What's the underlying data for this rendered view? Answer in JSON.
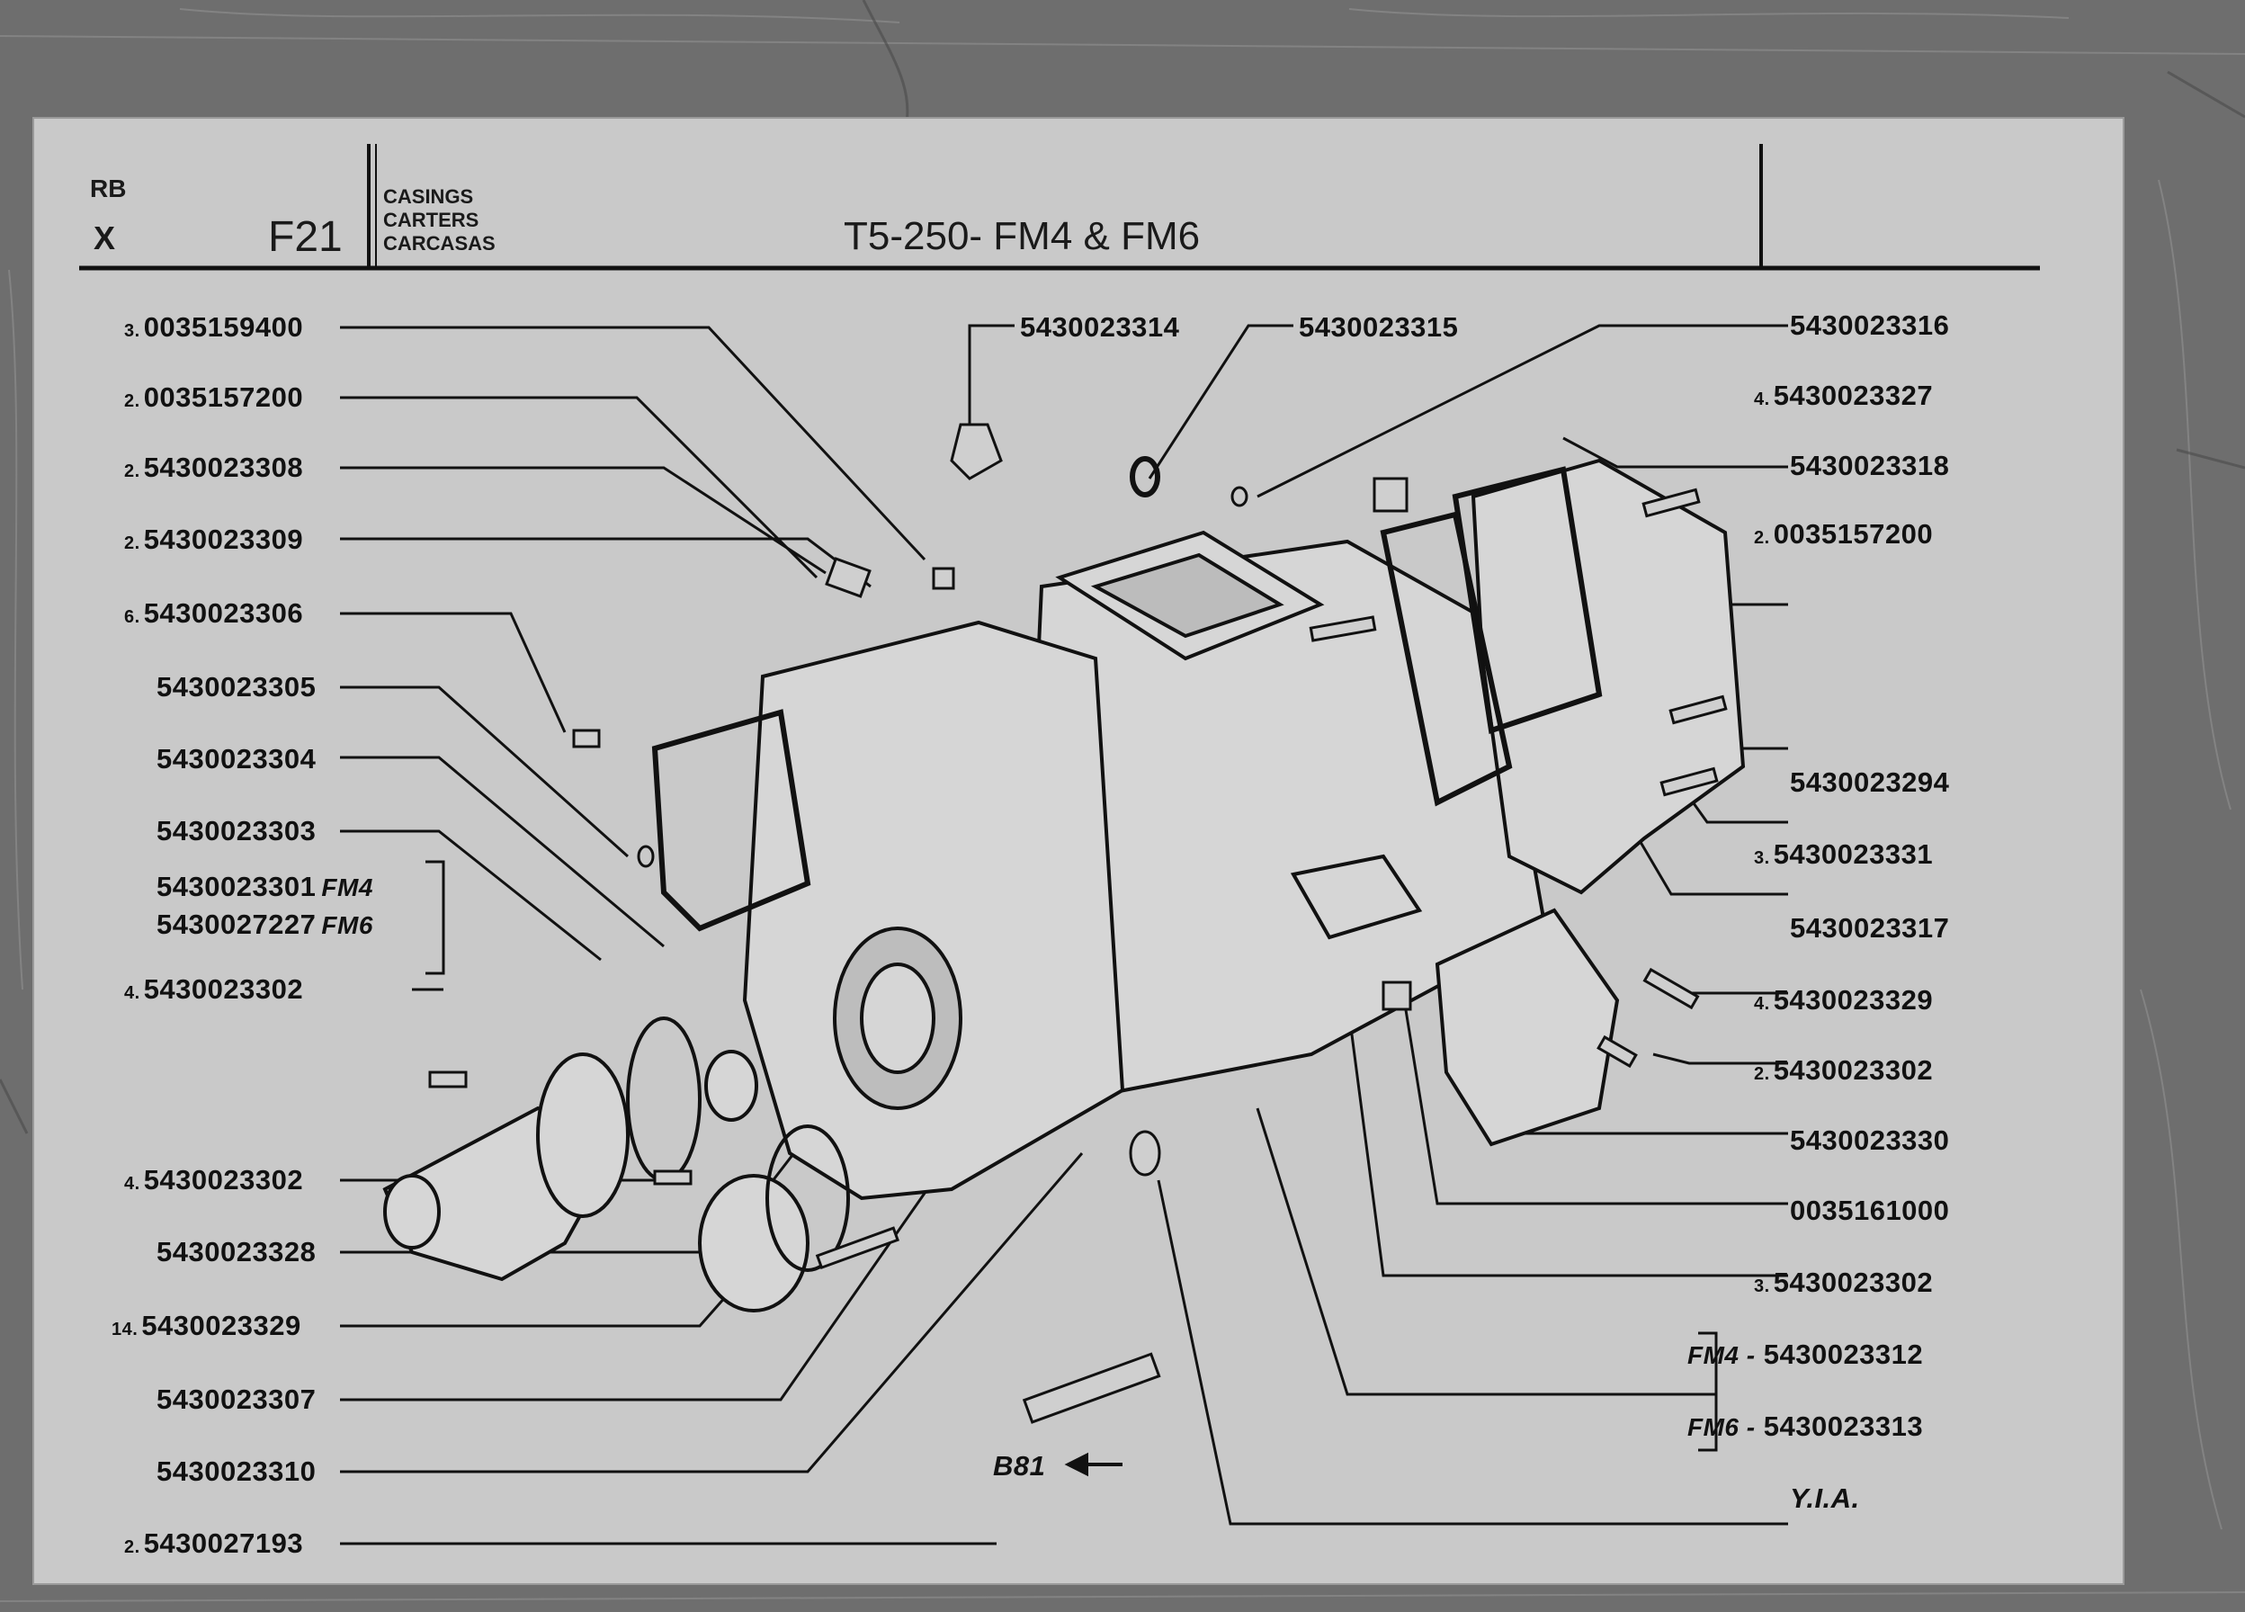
{
  "header": {
    "code_top": "RB",
    "code_bottom": "X",
    "page": "F21",
    "categories": [
      "CASINGS",
      "CARTERS",
      "CARCASAS"
    ],
    "title": "T5-250- FM4 & FM6"
  },
  "labels_left": [
    {
      "qty": "3.",
      "part": "0035159400"
    },
    {
      "qty": "2.",
      "part": "0035157200"
    },
    {
      "qty": "2.",
      "part": "5430023308"
    },
    {
      "qty": "2.",
      "part": "5430023309"
    },
    {
      "qty": "6.",
      "part": "5430023306"
    },
    {
      "qty": "",
      "part": "5430023305"
    },
    {
      "qty": "",
      "part": "5430023304"
    },
    {
      "qty": "",
      "part": "5430023303"
    },
    {
      "qty": "",
      "part": "5430023301",
      "variant": "FM4"
    },
    {
      "qty": "",
      "part": "5430027227",
      "variant": "FM6"
    },
    {
      "qty": "4.",
      "part": "5430023302"
    },
    {
      "qty": "4.",
      "part": "5430023302"
    },
    {
      "qty": "",
      "part": "5430023328"
    },
    {
      "qty": "14.",
      "part": "5430023329"
    },
    {
      "qty": "",
      "part": "5430023307"
    },
    {
      "qty": "",
      "part": "5430023310"
    },
    {
      "qty": "2.",
      "part": "5430027193"
    }
  ],
  "labels_top": [
    {
      "part": "5430023314"
    },
    {
      "part": "5430023315"
    }
  ],
  "labels_right": [
    {
      "qty": "",
      "part": "5430023316"
    },
    {
      "qty": "4.",
      "part": "5430023327"
    },
    {
      "qty": "",
      "part": "5430023318"
    },
    {
      "qty": "2.",
      "part": "0035157200"
    },
    {
      "qty": "",
      "part": "5430023294"
    },
    {
      "qty": "3.",
      "part": "5430023331"
    },
    {
      "qty": "",
      "part": "5430023317"
    },
    {
      "qty": "4.",
      "part": "5430023329"
    },
    {
      "qty": "2.",
      "part": "5430023302"
    },
    {
      "qty": "",
      "part": "5430023330"
    },
    {
      "qty": "",
      "part": "0035161000"
    },
    {
      "qty": "3.",
      "part": "5430023302"
    },
    {
      "qty": "",
      "part": "5430023312",
      "variant": "FM4 -"
    },
    {
      "qty": "",
      "part": "5430023313",
      "variant": "FM6 -"
    },
    {
      "qty": "",
      "part": "Y.I.A."
    }
  ],
  "callout_ref": "B81"
}
